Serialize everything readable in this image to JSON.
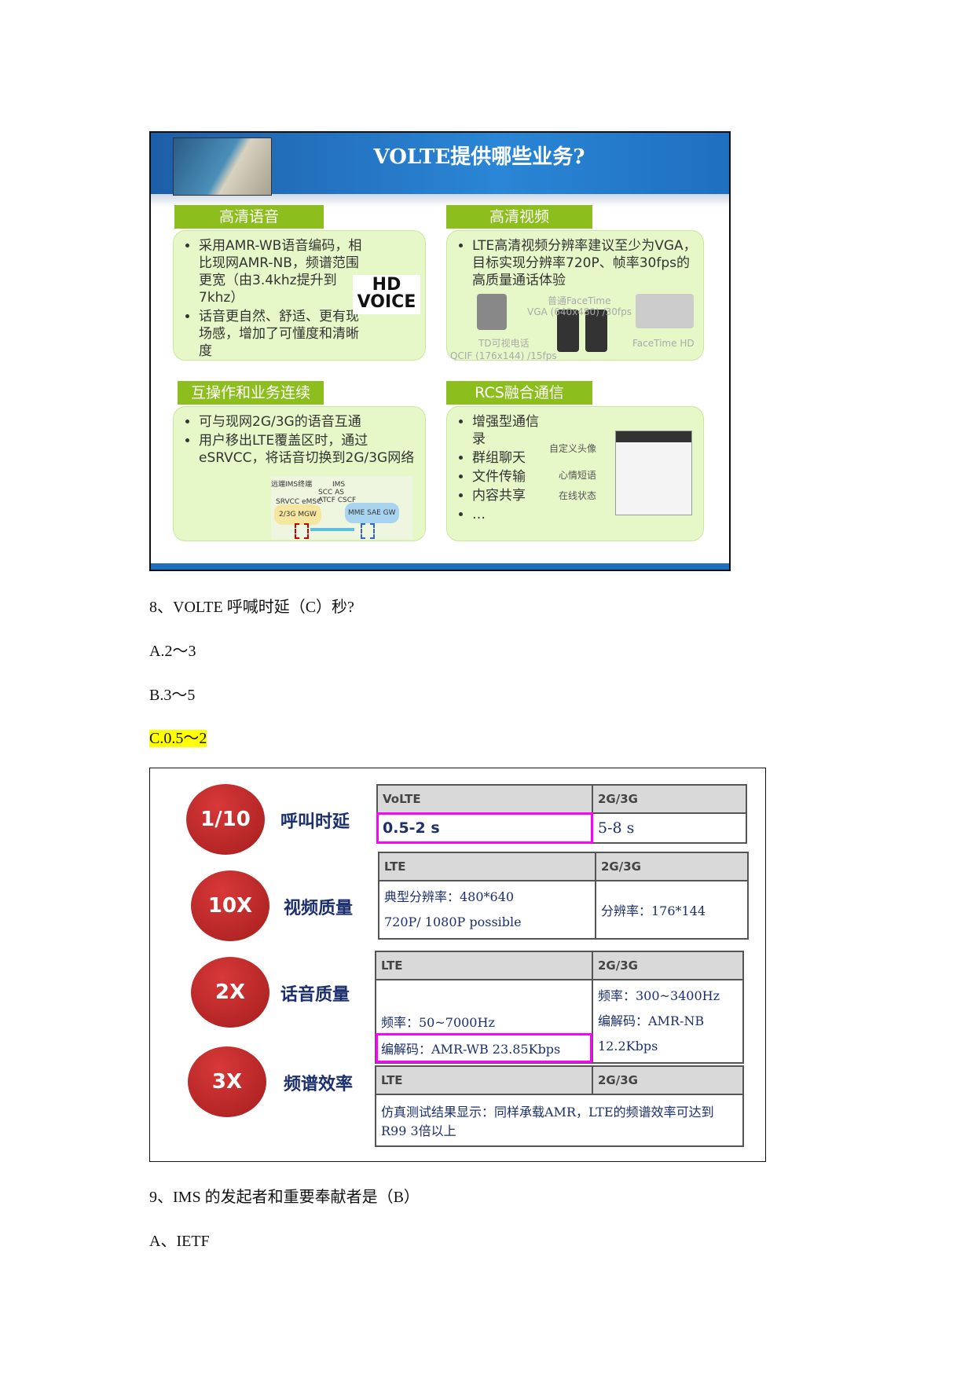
{
  "slide": {
    "title": "VOLTE提供哪些业务?",
    "panels": [
      {
        "head": "高清语音",
        "items": [
          "采用AMR-WB语音编码，相比现网AMR-NB，频谱范围更宽（由3.4khz提升到7khz）",
          "话音更自然、舒适、更有现场感，增加了可懂度和清晰度"
        ],
        "logo_top": "HD",
        "logo_bottom": "VOICE"
      },
      {
        "head": "高清视频",
        "items": [
          "LTE高清视频分辨率建议至少为VGA，目标实现分辨率720P、帧率30fps的高质量通话体验"
        ],
        "labels": [
          "普通FaceTime",
          "VGA (640x480) /30fps",
          "TD可视电话",
          "QCIF (176x144) /15fps",
          "FaceTime HD"
        ]
      },
      {
        "head": "互操作和业务连续",
        "items": [
          "可与现网2G/3G的语音互通",
          "用户移出LTE覆盖区时，通过eSRVCC，将话音切换到2G/3G网络"
        ],
        "diagram_labels": [
          "远端IMS终端",
          "IMS",
          "SCC AS",
          "ATCF CSCF",
          "SRVCC eMSC",
          "2/3G MGW",
          "MME",
          "SAE GW"
        ]
      },
      {
        "head": "RCS融合通信",
        "items": [
          "增强型通信录",
          "群组聊天",
          "文件传输",
          "内容共享",
          "…"
        ],
        "callouts": [
          "自定义头像",
          "心情短语",
          "在线状态"
        ]
      }
    ]
  },
  "q8": {
    "question": "8、VOLTE 呼喊时延（C）秒?",
    "options": [
      "A.2～3",
      "B.3～5",
      "C.0.5～2"
    ]
  },
  "compare": [
    {
      "badge": "1/10",
      "label": "呼叫时延",
      "headers": [
        "VoLTE",
        "2G/3G"
      ],
      "lte": [
        "0.5-2 s"
      ],
      "legacy": [
        "5-8 s"
      ]
    },
    {
      "badge": "10X",
      "label": "视频质量",
      "headers": [
        "LTE",
        "2G/3G"
      ],
      "lte": [
        "典型分辨率：480*640",
        "720P/ 1080P possible"
      ],
      "legacy": [
        "分辨率：176*144"
      ]
    },
    {
      "badge": "2X",
      "label": "话音质量",
      "headers": [
        "LTE",
        "2G/3G"
      ],
      "lte": [
        "频率：50~7000Hz",
        "编解码：AMR-WB 23.85Kbps"
      ],
      "legacy": [
        "频率：300~3400Hz",
        "编解码：AMR-NB",
        "12.2Kbps"
      ]
    },
    {
      "badge": "3X",
      "label": "频谱效率",
      "headers": [
        "LTE",
        "2G/3G"
      ],
      "lte": [
        "仿真测试结果显示：同样承载AMR，LTE的频谱效率可达到R99 3倍以上"
      ]
    }
  ],
  "q9": {
    "question": "9、IMS 的发起者和重要奉献者是（B）",
    "options": [
      "A、IETF"
    ]
  },
  "colors": {
    "highlight": "#ffff00",
    "magenta": "#ff00ff",
    "green": "#8cbf1e",
    "badge": "#c02828"
  }
}
